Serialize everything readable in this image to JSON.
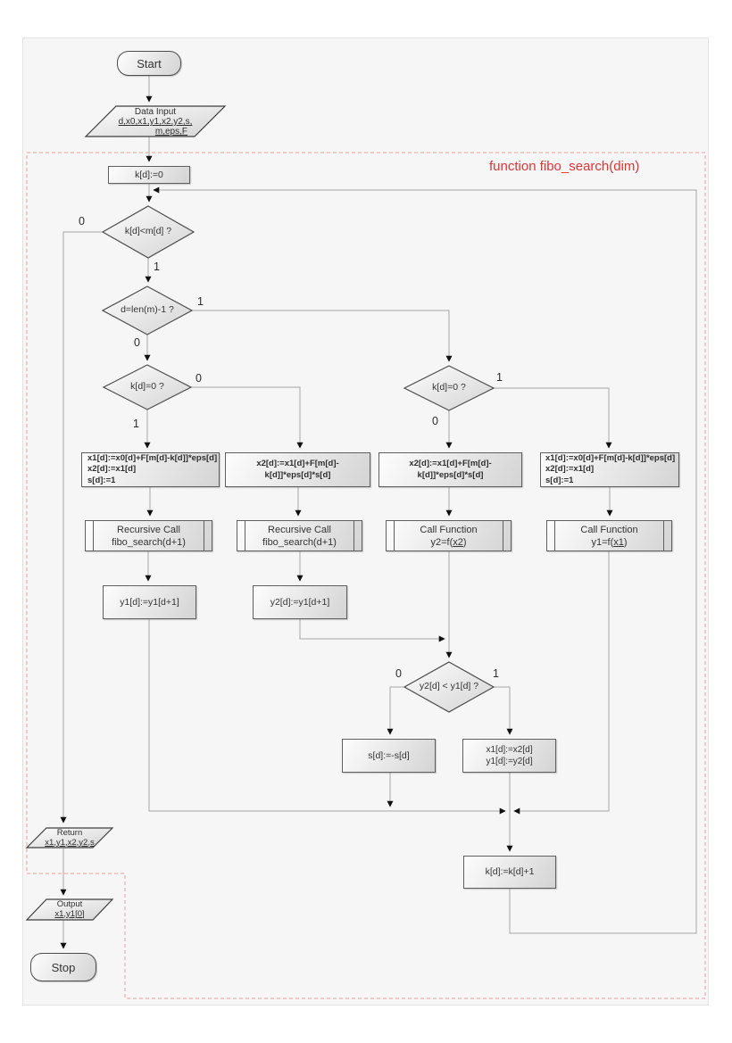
{
  "window": {
    "function_label": "function fibo_search(dim)"
  },
  "colors": {
    "boundary_dash": "#f09a9a",
    "boundary_label": "#e23434",
    "connector": "#a6a6a6",
    "arrowhead": "#111111",
    "shape_border": "#5f5f5f",
    "shape_fill_light": "#fdfdfd",
    "shape_fill_dark": "#d4d4d4",
    "page_fill": "#f6f6f6"
  },
  "nodes": {
    "start": {
      "label": "Start"
    },
    "data_input": {
      "line1": "Data Input",
      "line2": "d,x0,x1,y1,x2,y2,s,",
      "line3": "m,eps,F"
    },
    "k_init": {
      "label": "k[d]:=0"
    },
    "dec_loop": {
      "question": "k[d]<m[d] ?",
      "false_label": "0",
      "true_label": "1"
    },
    "dec_depth": {
      "question": "d=len(m)-1 ?",
      "true_label": "1",
      "false_label": "0"
    },
    "dec_k_left": {
      "question": "k[d]=0 ?",
      "false_label": "0",
      "true_label": "1"
    },
    "dec_k_right": {
      "question": "k[d]=0 ?",
      "true_label": "1",
      "false_label": "0"
    },
    "assign_col1": {
      "lines": [
        "x1[d]:=x0[d]+F[m[d]-k[d]]*eps[d]",
        "x2[d]:=x1[d]",
        "s[d]:=1"
      ]
    },
    "assign_col2": {
      "lines": [
        "x2[d]:=x1[d]+F[m[d]-k[d]]*eps[d]*s[d]"
      ]
    },
    "assign_col3": {
      "lines": [
        "x2[d]:=x1[d]+F[m[d]-k[d]]*eps[d]*s[d]"
      ]
    },
    "assign_col4": {
      "lines": [
        "x1[d]:=x0[d]+F[m[d]-k[d]]*eps[d]",
        "x2[d]:=x1[d]",
        "s[d]:=1"
      ]
    },
    "call_rec1": {
      "line1": "Recursive Call",
      "line2": "fibo_search(d+1)"
    },
    "call_rec2": {
      "line1": "Recursive Call",
      "line2": "fibo_search(d+1)"
    },
    "call_f2": {
      "line1": "Call Function",
      "pre": "y2=f(",
      "arg": "x2",
      "post": ")"
    },
    "call_f1": {
      "line1": "Call Function",
      "pre": "y1=f(",
      "arg": "x1",
      "post": ")"
    },
    "y1_assign": {
      "label": "y1[d]:=y1[d+1]"
    },
    "y2_assign": {
      "label": "y2[d]:=y1[d+1]"
    },
    "dec_compare": {
      "question": "y2[d] < y1[d] ?",
      "false_label": "0",
      "true_label": "1"
    },
    "s_flip": {
      "label": "s[d]:=-s[d]"
    },
    "xy_update": {
      "lines": [
        "x1[d]:=x2[d]",
        "y1[d]:=y2[d]"
      ]
    },
    "k_inc": {
      "label": "k[d]:=k[d]+1"
    },
    "return_node": {
      "line1": "Return",
      "line2": "x1,y1,x2,y2,s"
    },
    "output_node": {
      "line1": "Output",
      "line2": "x1,y1[0]"
    },
    "stop": {
      "label": "Stop"
    }
  }
}
